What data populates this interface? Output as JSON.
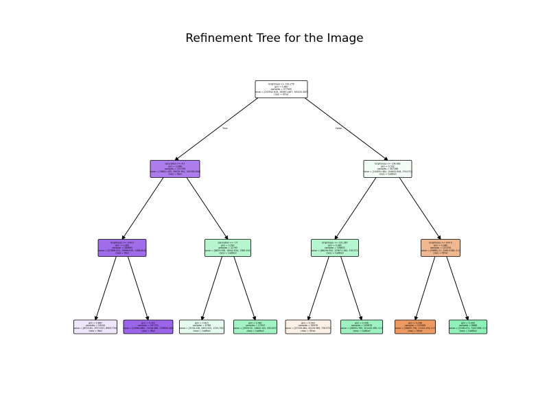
{
  "title": "Refinement Tree for the Image",
  "edge_labels": {
    "left": "True",
    "right": "False"
  },
  "nodes": [
    {
      "id": "n0",
      "lines": [
        "brightness <= 122.276",
        "gini = 0.667",
        "samples = 577995",
        "value = [192942.819, 192601.667, 192451.667]",
        "class = Other"
      ],
      "color": "#ffffff"
    },
    {
      "id": "n1",
      "lines": [
        "saturation <= 4.5",
        "gini = 0.466",
        "samples = 241709",
        "value = [38621.435, 39039.761, 154789.000]",
        "class = Wall"
      ],
      "color": "#ad7ded"
    },
    {
      "id": "n2",
      "lines": [
        "brightness <= 136.962",
        "gini = 0.502",
        "samples = 367286",
        "value = [144591.484, 154642.906, 376.571]",
        "class = CadBed"
      ],
      "color": "#f2fdf6"
    },
    {
      "id": "n3",
      "lines": [
        "brightness <= 109.0",
        "gini = 0.389",
        "samples = 180695",
        "value = [27898.525, 19996.929, 138618.9]",
        "class = Wall"
      ],
      "color": "#a06cea"
    },
    {
      "id": "n4",
      "lines": [
        "saturation <= 7.5",
        "gini = 0.567",
        "samples = 22795",
        "value = [8633.556, 19042.834, 1385.191]",
        "class = CadBed"
      ],
      "color": "#b7f5cf"
    },
    {
      "id": "n5",
      "lines": [
        "brightness <= 131.367",
        "gini = 0.485",
        "samples = 336652",
        "value = [86249.053, 123671.364, 376.571]",
        "class = CadBed"
      ],
      "color": "#b5f5cf"
    },
    {
      "id": "n6",
      "lines": [
        "brightness <= 204.5",
        "gini = 0.480",
        "samples = 101250",
        "value = [59862.21, 2289.5389, 0.0]",
        "class = Other"
      ],
      "color": "#f0b890"
    },
    {
      "id": "n7",
      "lines": [
        "gini = 0.667",
        "samples = 19244",
        "value = [6723.81, 2577.057, 8903.759]",
        "class = Wall"
      ],
      "color": "#efe6fc"
    },
    {
      "id": "n8",
      "lines": [
        "gini = 0.352",
        "samples = 161751",
        "value = [18964.684, 17418.486, 129899.182]",
        "class = Wall"
      ],
      "color": "#9b64e9"
    },
    {
      "id": "n9",
      "lines": [
        "gini = 0.615",
        "samples = 6786",
        "value = [3116.226, 4403.932, 1315.762]",
        "class = CadBed"
      ],
      "color": "#e6fcef"
    },
    {
      "id": "n10",
      "lines": [
        "gini = 0.487",
        "samples = 17053",
        "value = [5059.32, 14642.102, 620.697]",
        "class = CadBed"
      ],
      "color": "#a2f2c3"
    },
    {
      "id": "n11",
      "lines": [
        "gini = 0.503",
        "samples = 90976",
        "value = [37159.484, 32229.365, 376.571]",
        "class = Other"
      ],
      "color": "#fcf0e7"
    },
    {
      "id": "n12",
      "lines": [
        "gini = 0.436",
        "samples = 245676",
        "value = [48591.765, 101442.285, 0.0]",
        "class = CadBed"
      ],
      "color": "#9ef1c0"
    },
    {
      "id": "n13",
      "lines": [
        "gini = 0.298",
        "samples = 123499",
        "value = [56605.739, 11102.234, 0.0]",
        "class = Other"
      ],
      "color": "#ec9a61"
    },
    {
      "id": "n14",
      "lines": [
        "gini = 0.343",
        "samples = 9868",
        "value = [3136.471, 7425.566, 0.0]",
        "class = CadBed"
      ],
      "color": "#8ef0b6"
    }
  ]
}
